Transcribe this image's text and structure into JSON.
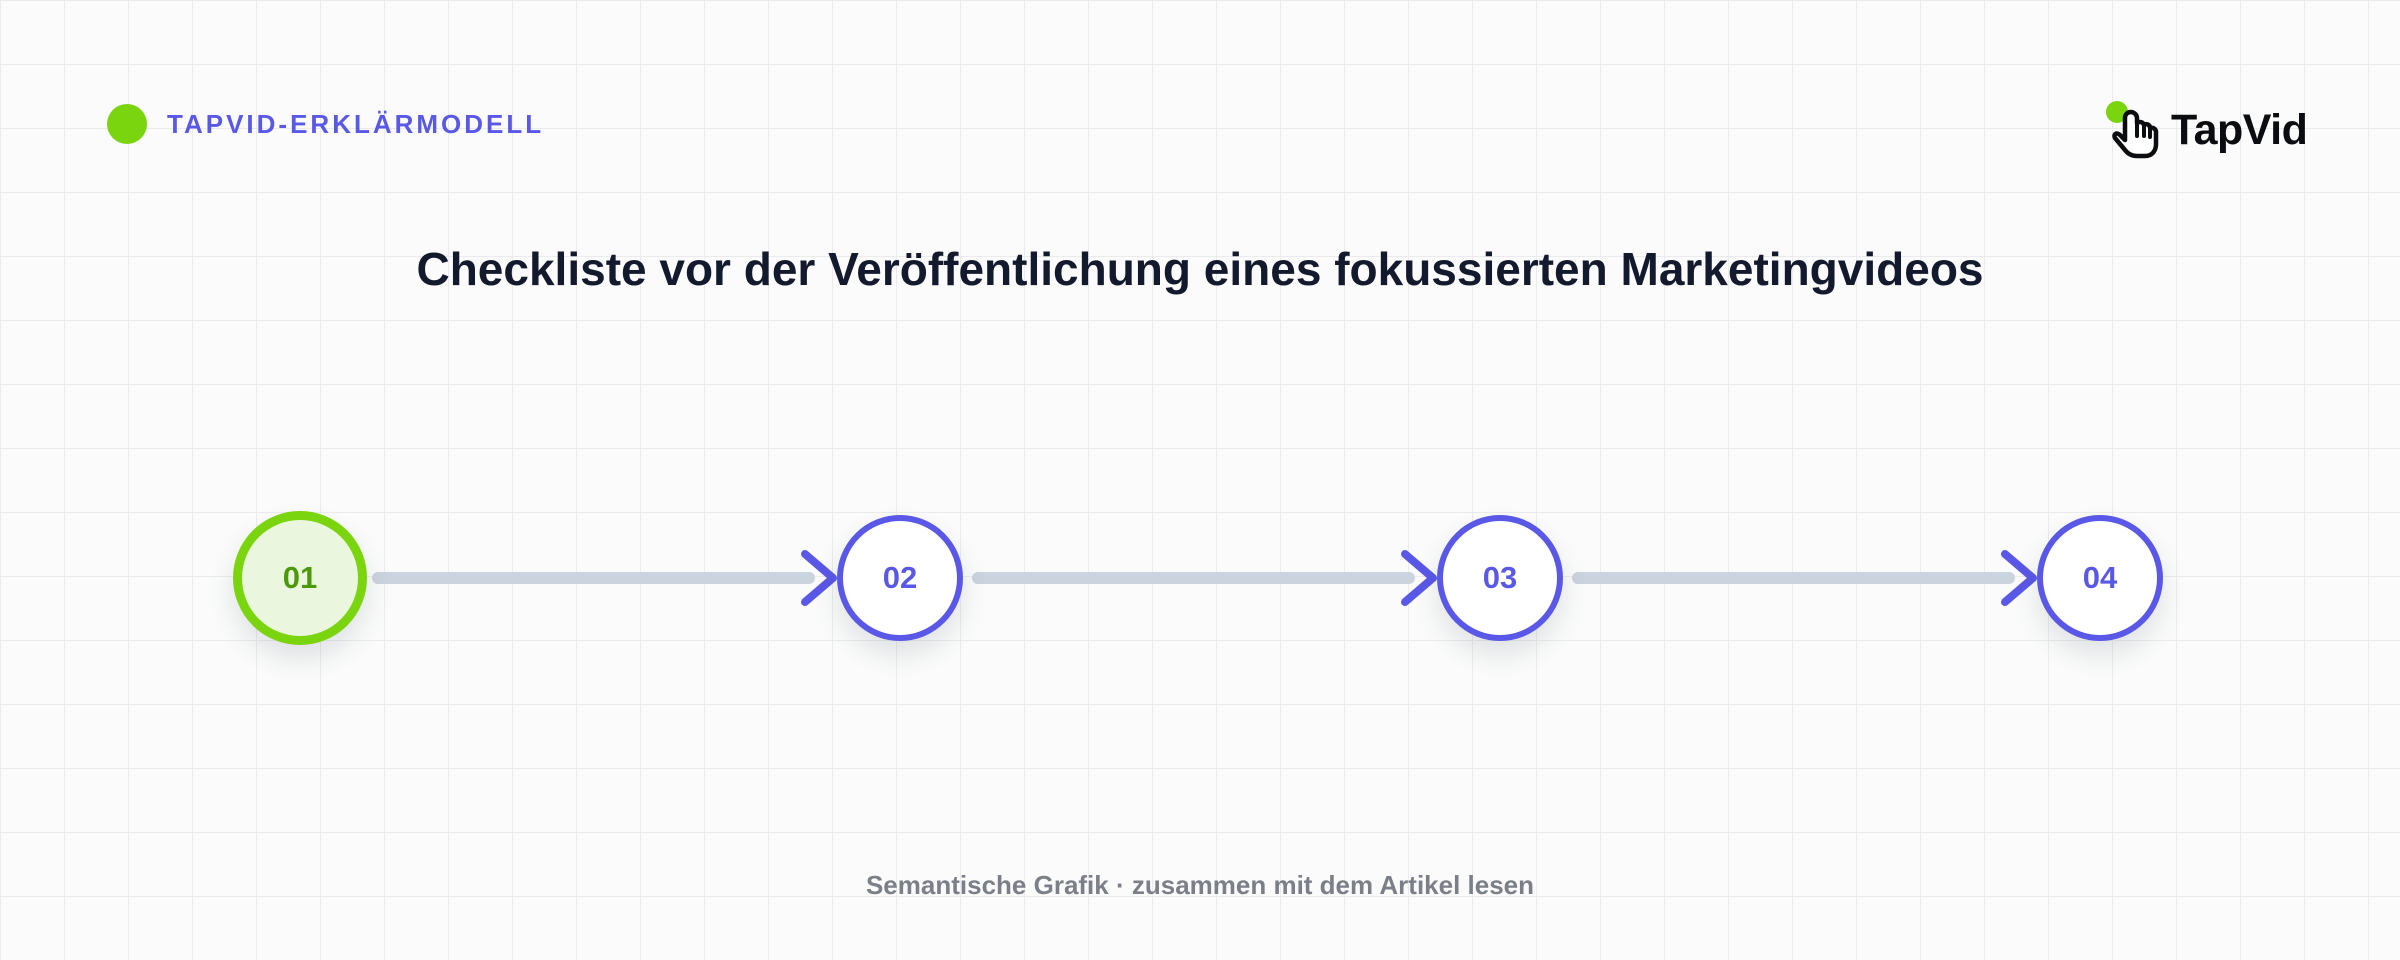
{
  "header": {
    "tag_label": "TAPVID-ERKLÄRMODELL",
    "logo_text": "TapVid",
    "logo_icon": "hand-pointer-icon"
  },
  "title": "Checkliste vor der Veröffentlichung eines fokussierten Marketingvideos",
  "steps": [
    {
      "number": "01",
      "state": "active"
    },
    {
      "number": "02",
      "state": "pending"
    },
    {
      "number": "03",
      "state": "pending"
    },
    {
      "number": "04",
      "state": "pending"
    }
  ],
  "footer": {
    "note": "Semantische Grafik · zusammen mit dem Artikel lesen"
  },
  "colors": {
    "accent_green": "#7ad40e",
    "accent_green_fill": "#eaf7de",
    "accent_green_text": "#4c9a0a",
    "accent_purple": "#5a58e6",
    "connector_gray": "#cbd3de",
    "title_dark": "#141a2e"
  }
}
